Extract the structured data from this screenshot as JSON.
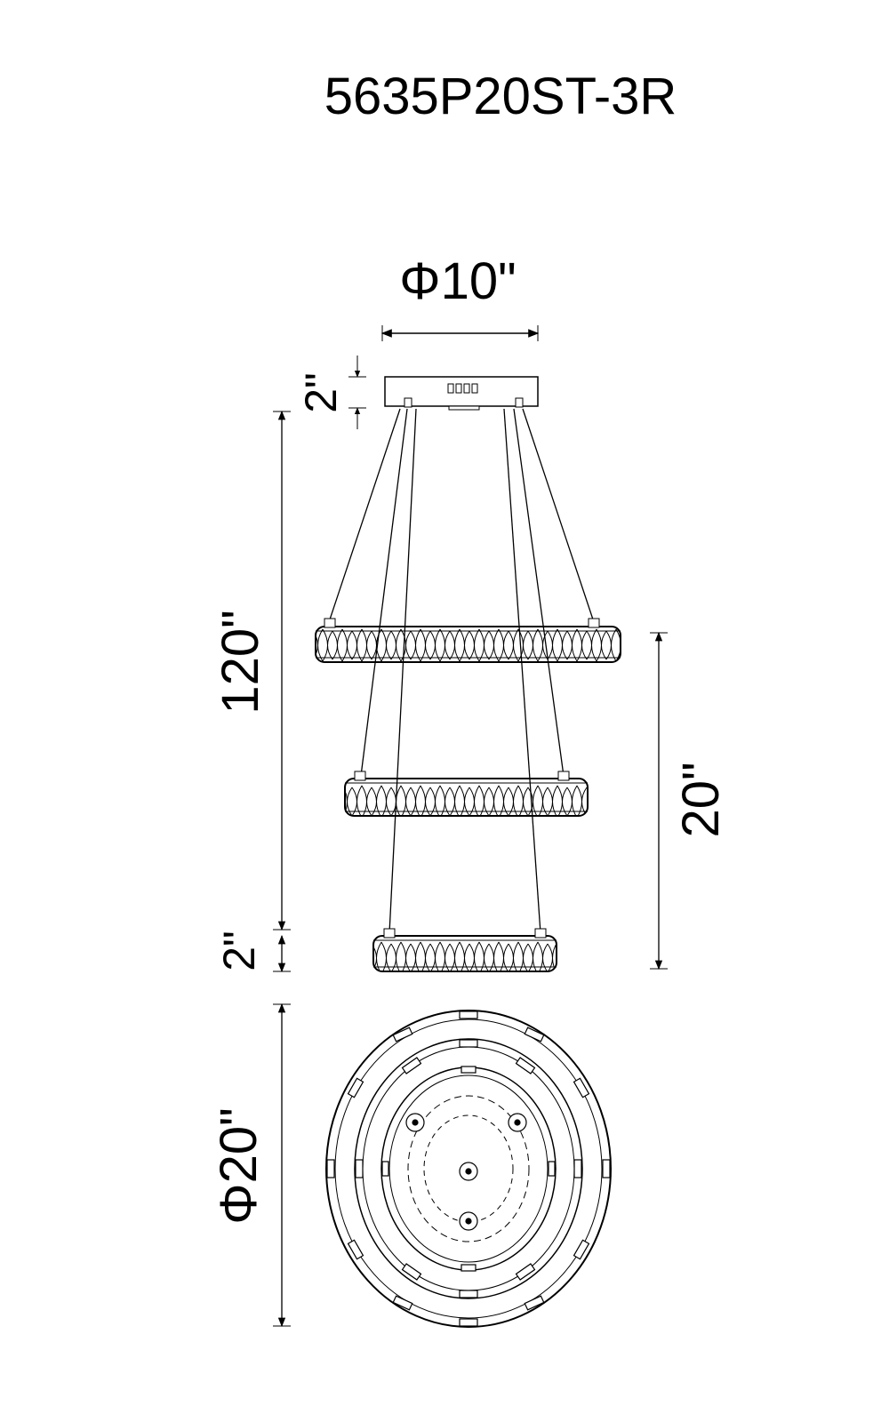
{
  "title": "5635P20ST-3R",
  "dimensions": {
    "canopy_diameter": "Φ10\"",
    "canopy_height": "2\"",
    "overall_height": "120\"",
    "ring_height": "2\"",
    "fixture_height": "20\"",
    "fixture_diameter": "Φ20\""
  },
  "colors": {
    "line": "#000000",
    "background": "#ffffff"
  }
}
